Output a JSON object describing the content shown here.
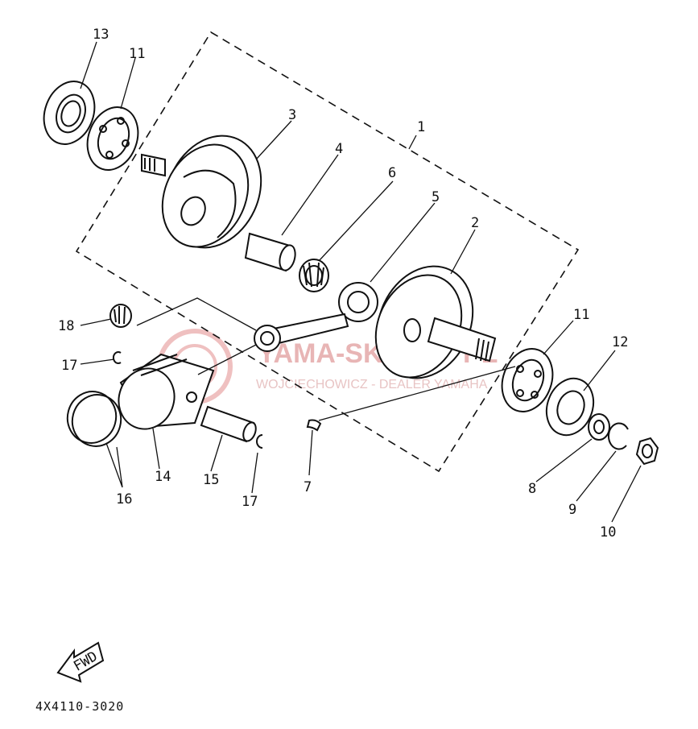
{
  "diagram": {
    "callouts": [
      "1",
      "2",
      "3",
      "4",
      "5",
      "6",
      "7",
      "8",
      "9",
      "10",
      "11",
      "11",
      "12",
      "13",
      "14",
      "15",
      "16",
      "17",
      "17",
      "18"
    ],
    "part_code": "4X4110-3020",
    "fwd_label": "FWD",
    "watermark": {
      "title": "YAMA-SK",
      "title_tail": "PL",
      "subtitle": "WOJCIECHOWICZ - DEALER YAMAHA"
    },
    "colors": {
      "ink": "#111111",
      "watermark": "#e8b5b5"
    }
  }
}
